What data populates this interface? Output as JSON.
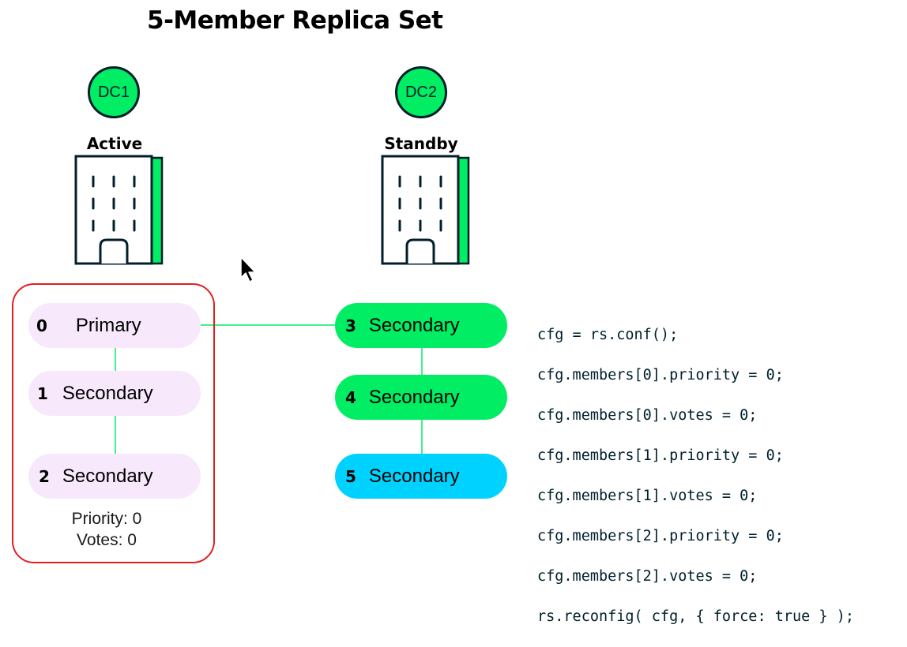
{
  "title": "5-Member Replica Set",
  "datacenters": [
    {
      "badge": "DC1",
      "label": "Active"
    },
    {
      "badge": "DC2",
      "label": "Standby"
    }
  ],
  "dc1_members": [
    {
      "num": "0",
      "label": "Primary"
    },
    {
      "num": "1",
      "label": "Secondary"
    },
    {
      "num": "2",
      "label": "Secondary"
    }
  ],
  "dc2_members": [
    {
      "num": "3",
      "label": "Secondary"
    },
    {
      "num": "4",
      "label": "Secondary"
    },
    {
      "num": "5",
      "label": "Secondary"
    }
  ],
  "dc1_note": {
    "priority": "Priority: 0",
    "votes": "Votes: 0"
  },
  "code_lines": [
    "cfg = rs.conf();",
    "cfg.members[0].priority = 0;",
    "cfg.members[0].votes = 0;",
    "cfg.members[1].priority = 0;",
    "cfg.members[1].votes = 0;",
    "cfg.members[2].priority = 0;",
    "cfg.members[2].votes = 0;",
    "rs.reconfig( cfg, { force: true } );"
  ],
  "colors": {
    "green": "#00ed64",
    "cyan": "#00d2ff",
    "lavender": "#f7e9fb",
    "highlight_border": "#e02020",
    "dark": "#001e2b"
  },
  "icons": [
    "building-icon",
    "building-icon",
    "mouse-cursor-icon"
  ]
}
